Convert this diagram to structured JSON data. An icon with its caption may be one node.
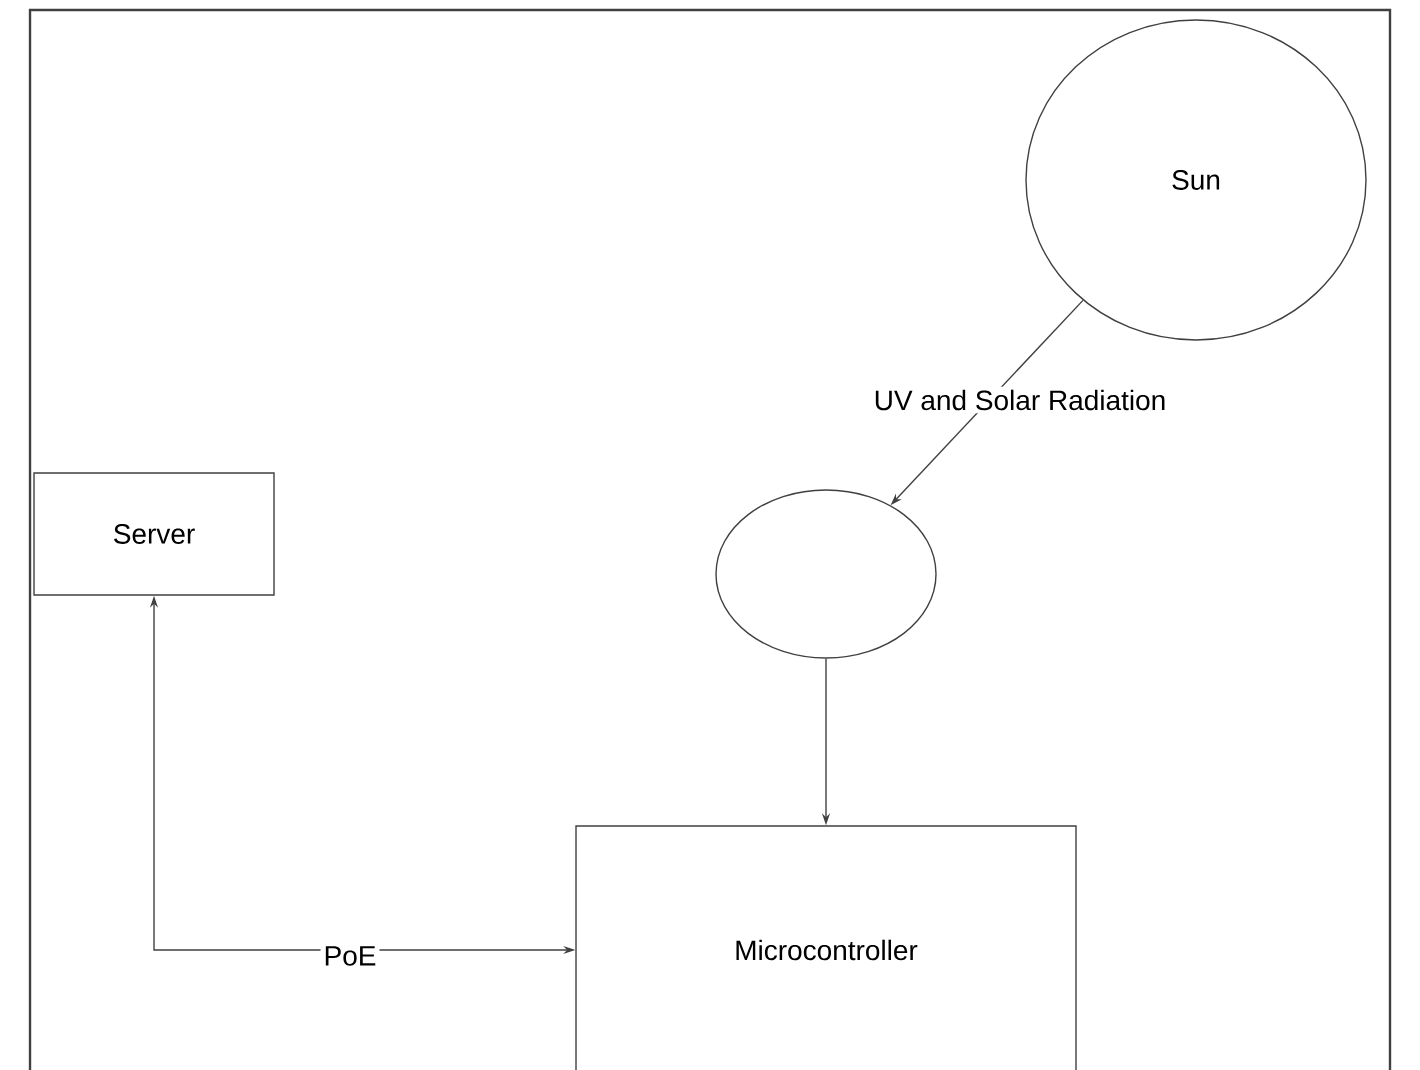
{
  "diagram": {
    "nodes": [
      {
        "text": [
          "Sun"
        ]
      },
      {
        "text": [],
        "shape": "circle"
      },
      {
        "text": [
          "Server"
        ]
      },
      {
        "text": [
          "Microcontroller"
        ]
      }
    ],
    "edges": [
      {
        "from": 0,
        "to": 1,
        "arrow": "to",
        "label": "UV and Solar Radiation"
      },
      {
        "from": 1,
        "to": 3,
        "arrow": "to"
      },
      {
        "from": 3,
        "to": 2,
        "arrow": "both",
        "label": "PoE"
      }
    ]
  }
}
